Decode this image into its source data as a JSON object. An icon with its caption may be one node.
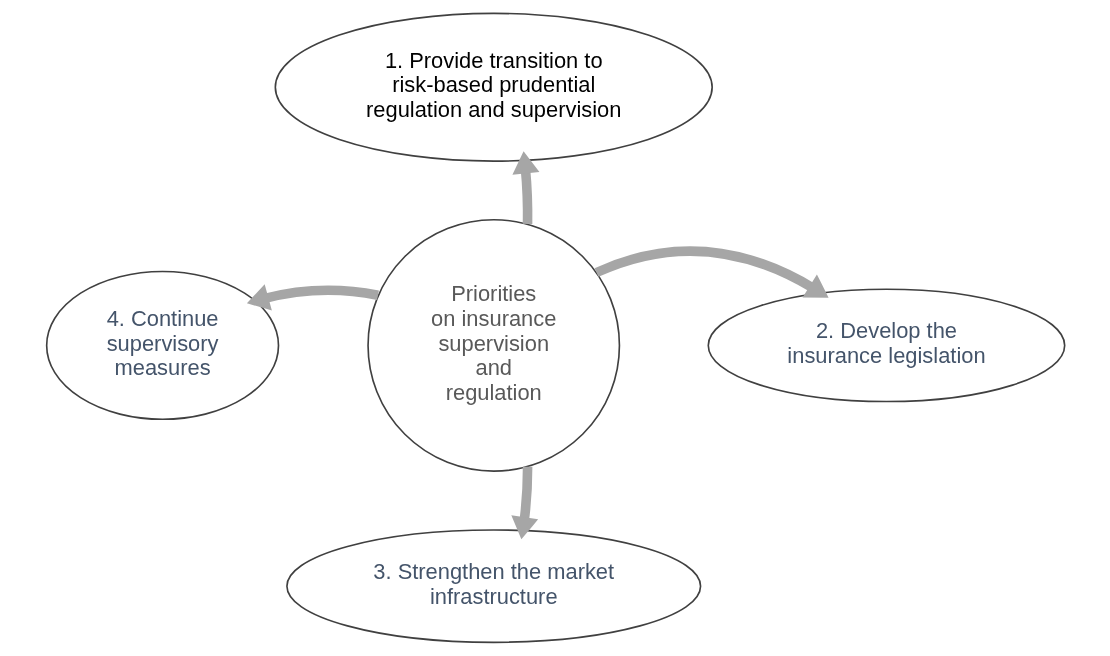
{
  "diagram": {
    "nodes": [
      {
        "text": [
          "Priorities on insurance supervision and regulation"
        ]
      },
      {
        "text": [
          "1. Provide transition to risk-based prudential regulation and supervision"
        ]
      },
      {
        "text": [
          "2. Develop the insurance legislation"
        ]
      },
      {
        "text": [
          "3. Strengthen the market infrastructure"
        ]
      },
      {
        "text": [
          "4. Continue supervisory measures"
        ]
      }
    ],
    "edges": [
      {
        "from": 0,
        "to": 1,
        "arrow": "to"
      },
      {
        "from": 0,
        "to": 2,
        "arrow": "to"
      },
      {
        "from": 0,
        "to": 3,
        "arrow": "to"
      },
      {
        "from": 0,
        "to": 4,
        "arrow": "to"
      }
    ]
  }
}
